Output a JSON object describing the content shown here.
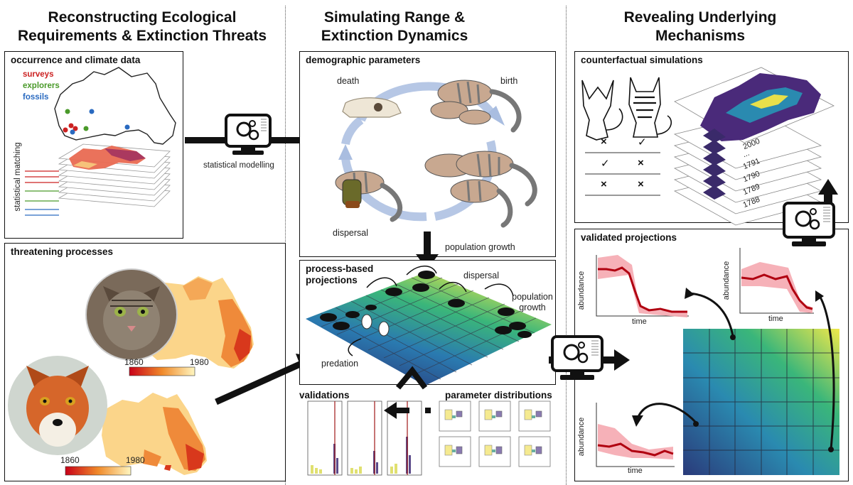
{
  "columns": {
    "left_title": "Reconstructing Ecological Requirements & Extinction Threats",
    "middle_title": "Simulating Range & Extinction Dynamics",
    "right_title": "Revealing Underlying Mechanisms"
  },
  "occurrence": {
    "title": "occurrence and climate data",
    "legend": [
      {
        "label": "surveys",
        "color": "#cc2222"
      },
      {
        "label": "explorers",
        "color": "#4a9a2a"
      },
      {
        "label": "fossils",
        "color": "#2a6ac0"
      }
    ],
    "side_label": "statistical matching"
  },
  "modelling": {
    "label": "statistical modelling"
  },
  "threatening": {
    "title": "threatening processes",
    "scale_min": "1860",
    "scale_max": "1980"
  },
  "demographic": {
    "title": "demographic parameters",
    "labels": {
      "death": "death",
      "birth": "birth",
      "dispersal": "dispersal",
      "growth": "population growth"
    }
  },
  "process": {
    "title": "process-based projections",
    "labels": {
      "dispersal": "dispersal",
      "growth": "population growth",
      "predation": "predation"
    }
  },
  "validations": {
    "title": "validations"
  },
  "parameters": {
    "title": "parameter distributions"
  },
  "counterfactual": {
    "title": "counterfactual simulations",
    "rows": [
      [
        "×",
        "✓"
      ],
      [
        "✓",
        "×"
      ],
      [
        "×",
        "×"
      ]
    ],
    "years": [
      "2000",
      "...",
      "1791",
      "1790",
      "1789",
      "1788"
    ]
  },
  "validated": {
    "title": "validated projections",
    "ylabel": "abundance",
    "xlabel": "time"
  },
  "colors": {
    "arrow": "#111111",
    "cycle_arrow": "#a9bde0",
    "line": "#b00010",
    "band": "#f5a9b0"
  }
}
